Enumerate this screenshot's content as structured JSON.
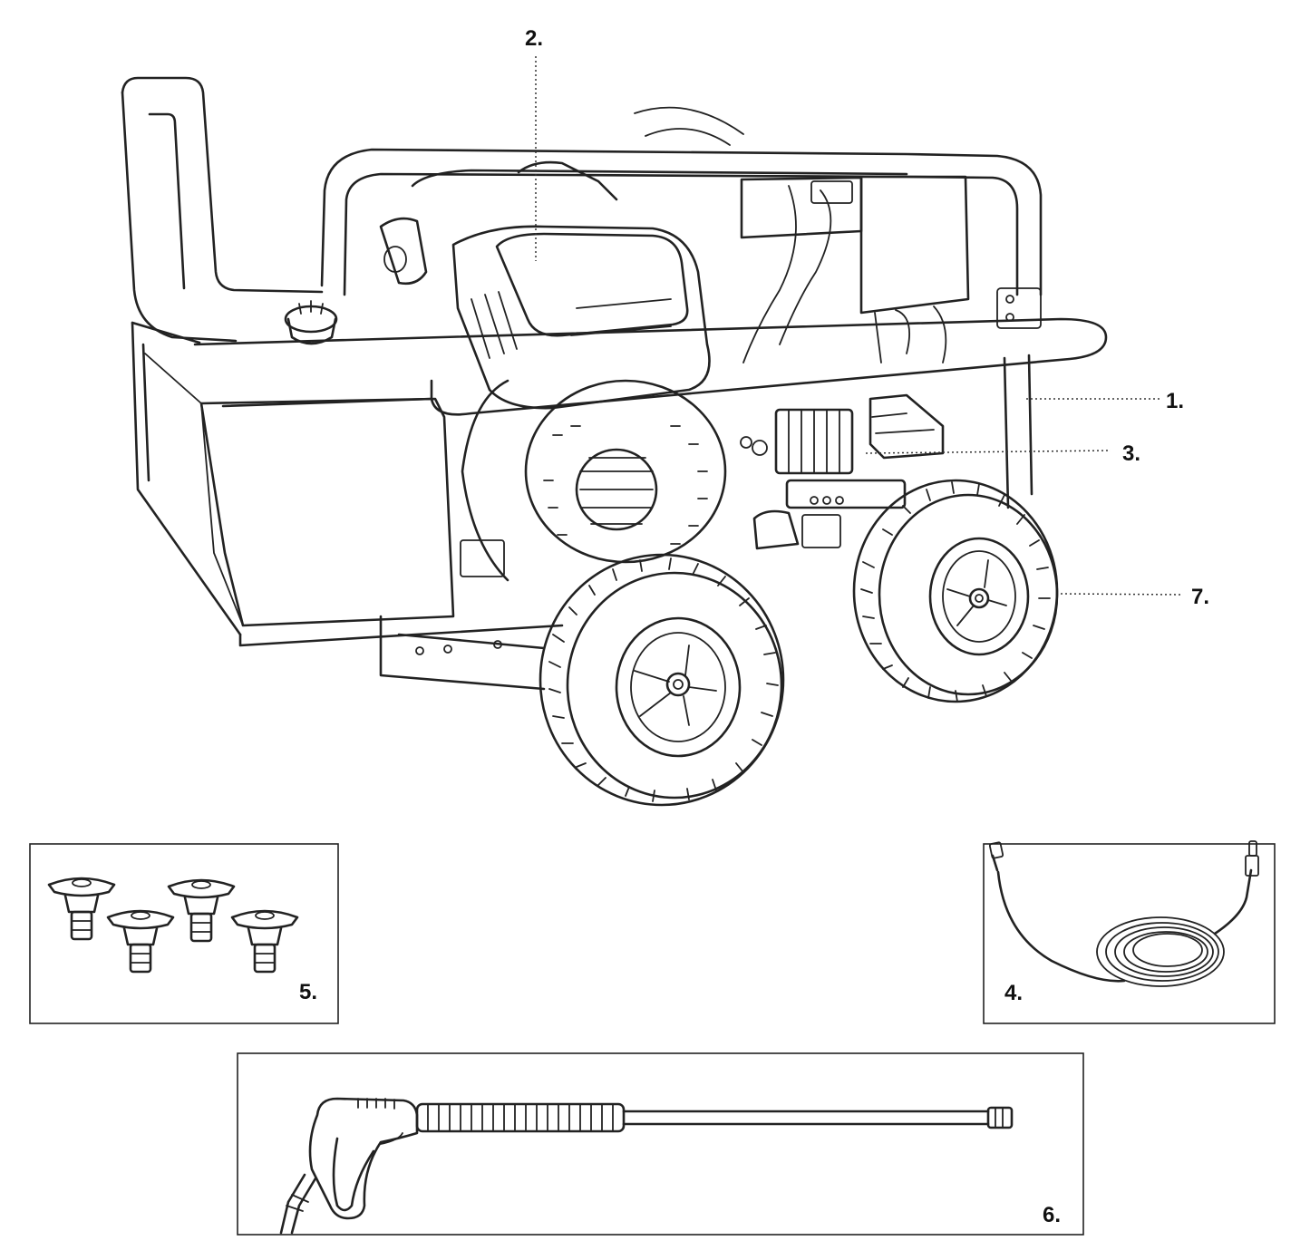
{
  "callouts": {
    "frame": "1.",
    "engine": "2.",
    "pump": "3.",
    "hose": "4.",
    "nozzles": "5.",
    "spray_gun": "6.",
    "wheels": "7."
  },
  "colors": {
    "line": "#222222",
    "background": "#ffffff",
    "text": "#111111"
  }
}
